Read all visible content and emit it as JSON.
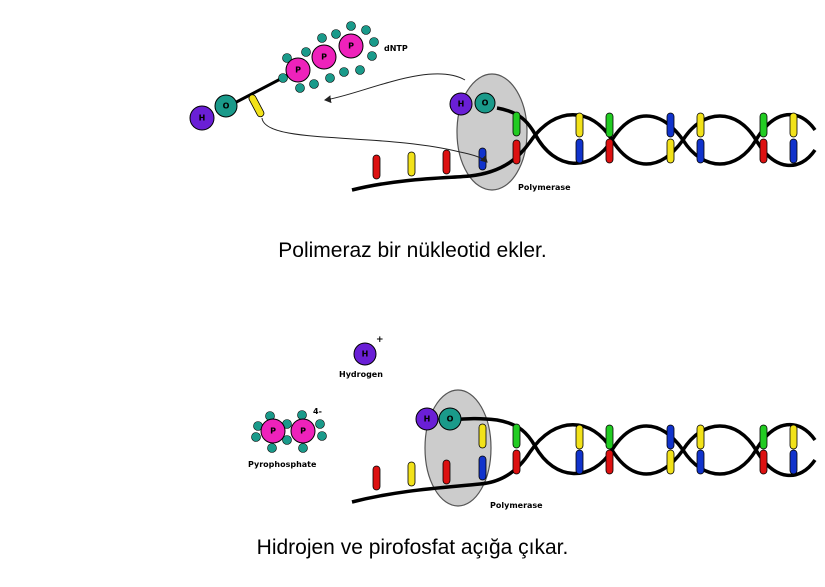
{
  "top": {
    "caption": "Polimeraz bir nükleotid ekler.",
    "dntp_label": "dNTP",
    "polymerase_label": "Polymerase",
    "atoms": {
      "hydrogen": "H",
      "oxygen": "O",
      "phosphate": "P"
    }
  },
  "bottom": {
    "caption": "Hidrojen ve pirofosfat açığa çıkar.",
    "hydrogen_label": "Hydrogen",
    "hydrogen_charge": "+",
    "pyrophosphate_label": "Pyrophosphate",
    "pyrophosphate_charge": "4-",
    "polymerase_label": "Polymerase",
    "atoms": {
      "hydrogen": "H",
      "oxygen": "O",
      "phosphate": "P"
    }
  },
  "colors": {
    "hydrogen": "#6a1fd6",
    "oxygen": "#1a9a8a",
    "phosphate": "#ee22bb",
    "small_oxygen": "#1a9a8a",
    "polymerase": "#cccccc",
    "base_red": "#dd1111",
    "base_yellow": "#f2e21a",
    "base_green": "#22cc22",
    "base_blue": "#1133cc"
  }
}
